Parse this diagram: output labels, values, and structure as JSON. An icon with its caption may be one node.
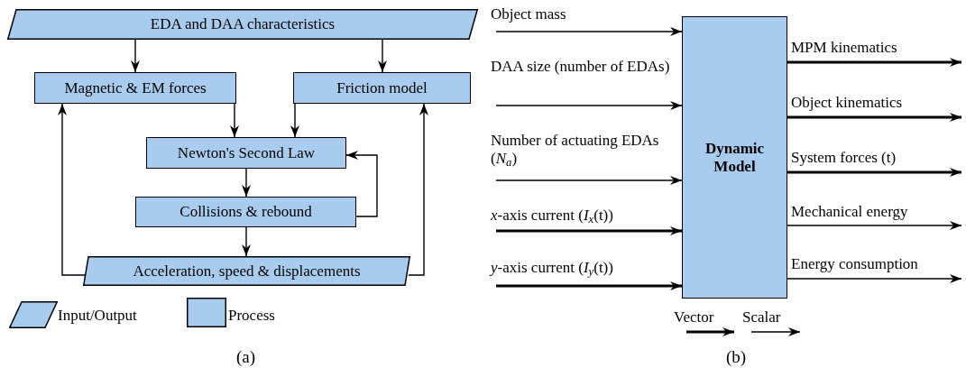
{
  "diagram": {
    "nodes": [
      {
        "text": [
          "EDA and DAA characteristics"
        ]
      },
      {
        "text": [
          "Magnetic & EM forces"
        ]
      },
      {
        "text": [
          "Friction model"
        ]
      },
      {
        "text": [
          "Newton's Second Law"
        ]
      },
      {
        "text": [
          "Collisions & rebound"
        ]
      },
      {
        "text": [
          "Acceleration, speed & displacements"
        ]
      },
      {
        "text": [
          "Dynamic Model"
        ]
      }
    ],
    "edges": [
      {
        "from": 0,
        "to": 1,
        "arrow": "to"
      },
      {
        "from": 0,
        "to": 2,
        "arrow": "to"
      },
      {
        "from": 1,
        "to": 3,
        "arrow": "to"
      },
      {
        "from": 2,
        "to": 3,
        "arrow": "to"
      },
      {
        "from": 3,
        "to": 4,
        "arrow": "to"
      },
      {
        "from": 4,
        "to": 3,
        "arrow": "to"
      },
      {
        "from": 4,
        "to": 5,
        "arrow": "to"
      },
      {
        "from": 5,
        "to": 1,
        "arrow": "to"
      },
      {
        "from": 5,
        "to": 2,
        "arrow": "to"
      },
      {
        "from": null,
        "to": 6,
        "arrow": "to",
        "label": "Object mass"
      },
      {
        "from": null,
        "to": 6,
        "arrow": "to",
        "label": "DAA size (number of EDAs)"
      },
      {
        "from": null,
        "to": 6,
        "arrow": "to",
        "label": "Number of actuating EDAs (*N*$_{a}$)"
      },
      {
        "from": null,
        "to": 6,
        "arrow": "to",
        "label": "*x*-axis current (*I*$_{x}$(t))",
        "style": "thick"
      },
      {
        "from": null,
        "to": 6,
        "arrow": "to",
        "label": "*y*-axis current (*I*$_{y}$(t))",
        "style": "thick"
      },
      {
        "from": 6,
        "to": null,
        "arrow": "to",
        "label": "MPM kinematics",
        "style": "thick"
      },
      {
        "from": 6,
        "to": null,
        "arrow": "to",
        "label": "Object kinematics",
        "style": "thick"
      },
      {
        "from": 6,
        "to": null,
        "arrow": "to",
        "label": "System forces (t)",
        "style": "thick"
      },
      {
        "from": 6,
        "to": null,
        "arrow": "to",
        "label": "Mechanical energy"
      },
      {
        "from": 6,
        "to": null,
        "arrow": "to",
        "label": "Energy consumption"
      }
    ],
    "labels": [
      "(a)",
      "(b)"
    ],
    "legend": [
      {
        "text": "Input/Output"
      },
      {
        "text": "Process"
      },
      {
        "text": "Vector"
      },
      {
        "text": "Scalar"
      }
    ]
  }
}
